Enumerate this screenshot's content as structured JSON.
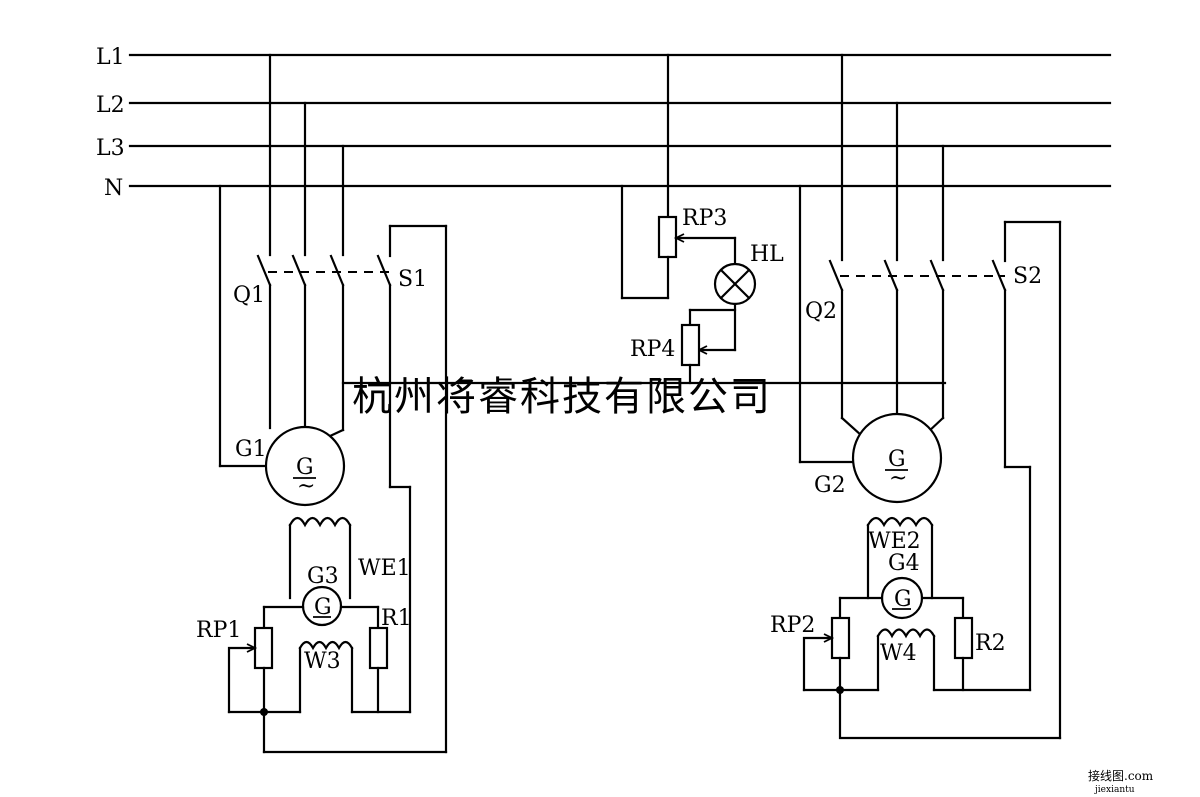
{
  "bus_labels": {
    "l1": "L1",
    "l2": "L2",
    "l3": "L3",
    "n": "N"
  },
  "components": {
    "q1": "Q1",
    "s1": "S1",
    "g1": "G1",
    "g3": "G3",
    "we1": "WE1",
    "rp1": "RP1",
    "r1": "R1",
    "w3": "W3",
    "rp3": "RP3",
    "hl": "HL",
    "rp4": "RP4",
    "q2": "Q2",
    "s2": "S2",
    "g2": "G2",
    "we2": "WE2",
    "g4": "G4",
    "rp2": "RP2",
    "r2": "R2",
    "w4": "W4"
  },
  "generator_symbol": "G",
  "ac_symbol": "~",
  "watermark": "杭州将睿科技有限公司",
  "corner_logo": {
    "text": "接线图.com",
    "subtext": "jiexiantu"
  }
}
